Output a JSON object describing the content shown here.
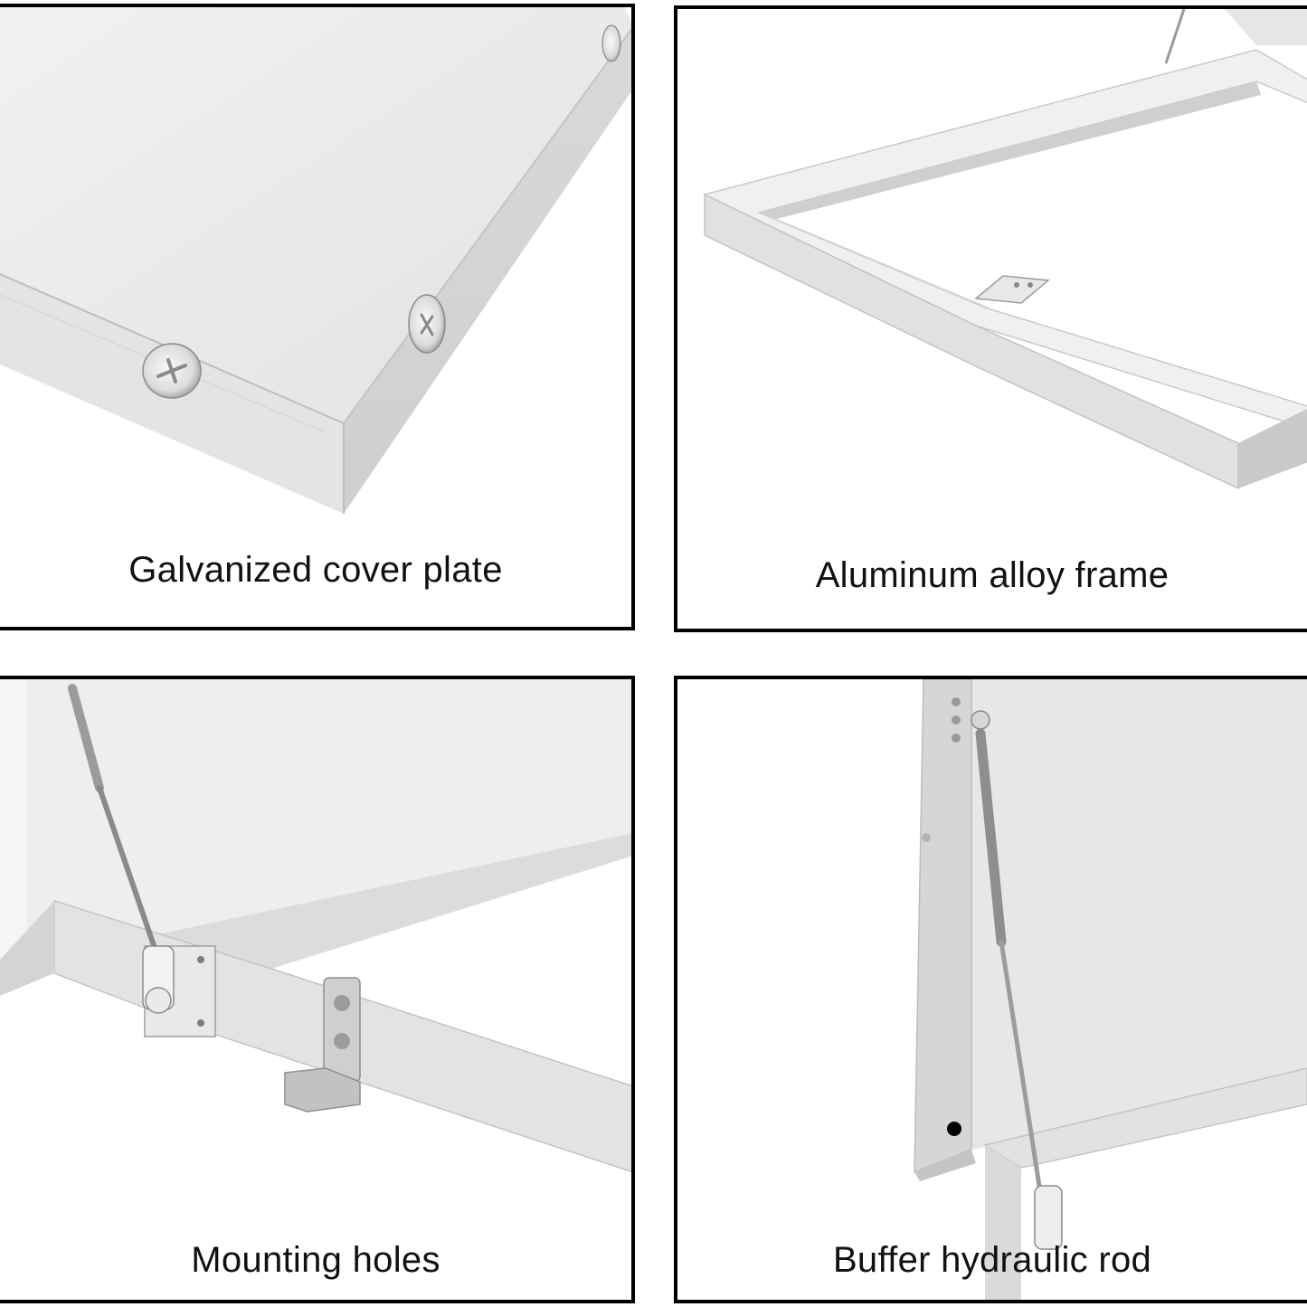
{
  "panels": [
    {
      "id": "cover-plate",
      "caption": "Galvanized cover plate"
    },
    {
      "id": "frame",
      "caption": "Aluminum alloy frame"
    },
    {
      "id": "mounting",
      "caption": "Mounting holes"
    },
    {
      "id": "hydraulic",
      "caption": "Buffer hydraulic rod"
    }
  ]
}
